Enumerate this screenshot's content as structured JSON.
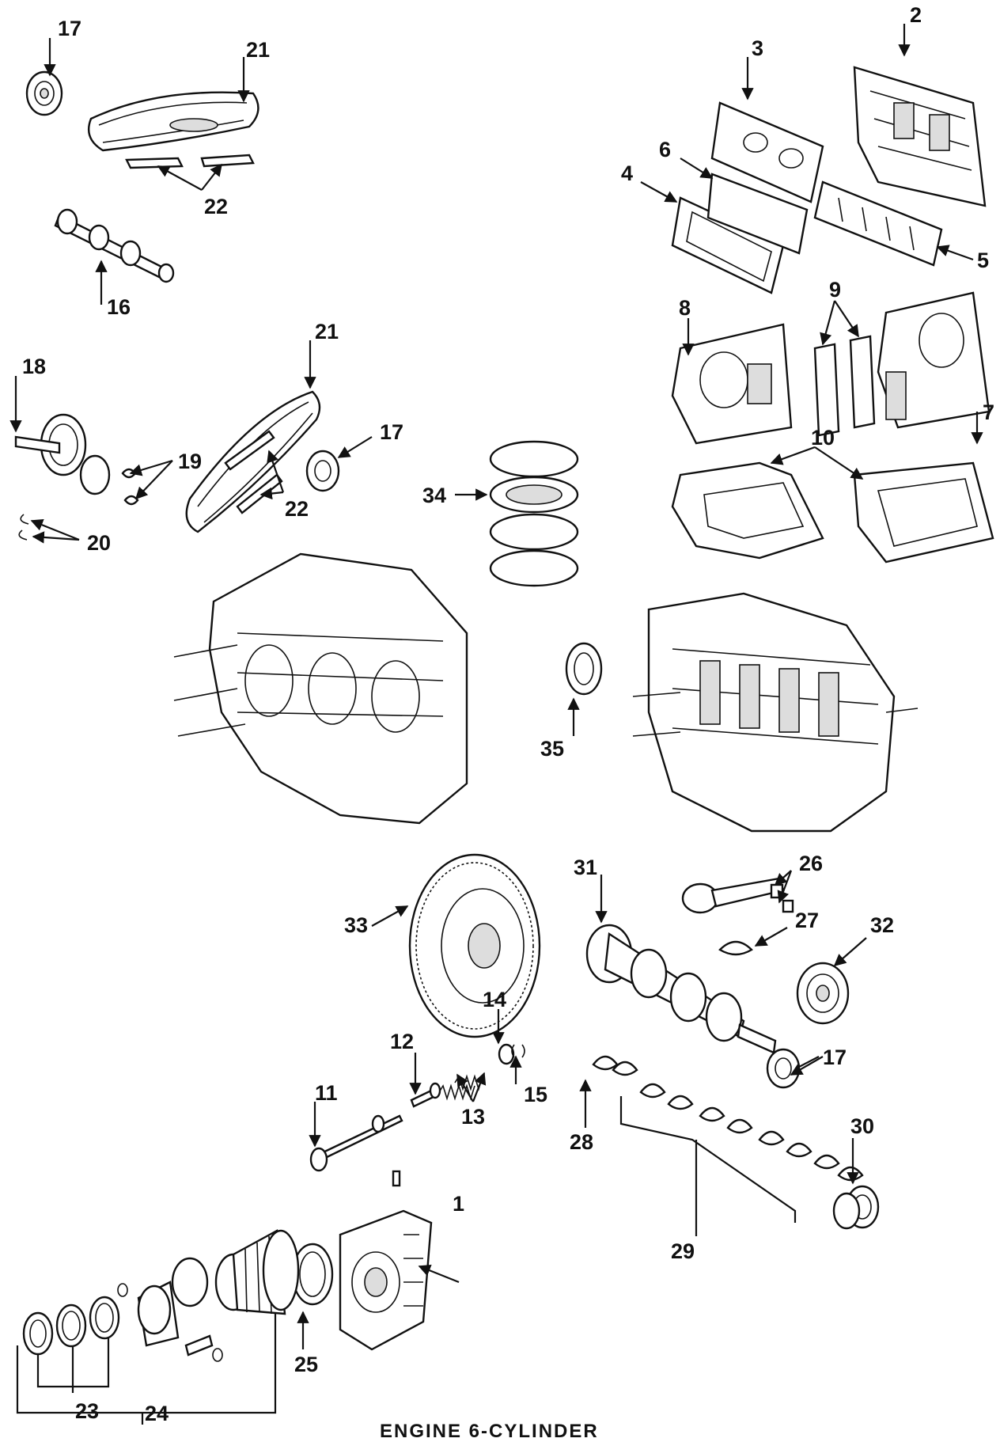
{
  "caption": "ENGINE 6-CYLINDER",
  "callouts": [
    "17",
    "21",
    "22",
    "16",
    "18",
    "19",
    "20",
    "21",
    "22",
    "17",
    "2",
    "3",
    "6",
    "4",
    "5",
    "8",
    "9",
    "7",
    "10",
    "34",
    "35",
    "31",
    "26",
    "27",
    "32",
    "33",
    "14",
    "12",
    "15",
    "13",
    "11",
    "17",
    "28",
    "29",
    "30",
    "1",
    "25",
    "23",
    "24"
  ],
  "colors": {
    "line": "#111111",
    "background": "#ffffff"
  }
}
